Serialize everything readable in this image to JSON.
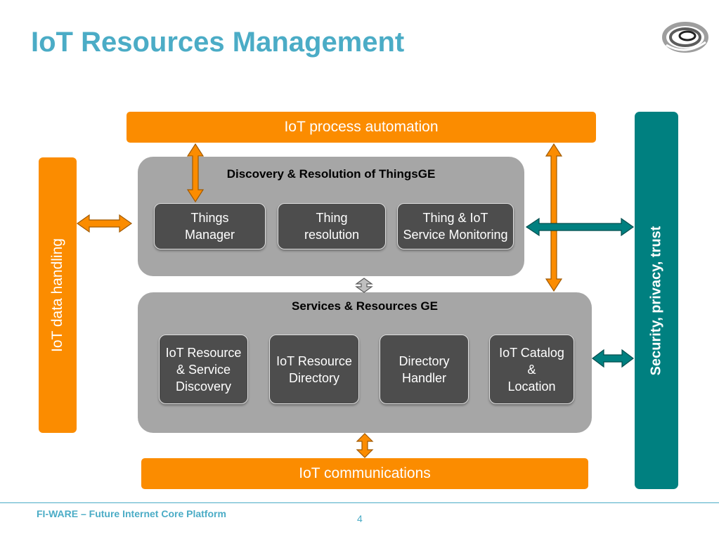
{
  "slide": {
    "title": "IoT Resources Management",
    "footer": "FI-WARE – Future Internet Core Platform",
    "page_number": "4"
  },
  "layers": {
    "top": "IoT process automation",
    "bottom": "IoT communications",
    "left": "IoT data handling",
    "right": "Security, privacy, trust"
  },
  "discovery_group": {
    "title": "Discovery & Resolution of ThingsGE",
    "boxes": [
      "Things\nManager",
      "Thing\nresolution",
      "Thing & IoT\nService Monitoring"
    ]
  },
  "services_group": {
    "title": "Services & Resources GE",
    "boxes": [
      "IoT Resource\n& Service\nDiscovery",
      "IoT Resource\nDirectory",
      "Directory\nHandler",
      "IoT Catalog\n&\nLocation"
    ]
  },
  "colors": {
    "accent": "#4bacc6",
    "orange": "#fb8c00",
    "teal": "#008080",
    "group_gray": "#a6a6a6",
    "box_dark": "#4d4d4d"
  },
  "logo_icon": "fi-ware-swirl-logo-icon"
}
